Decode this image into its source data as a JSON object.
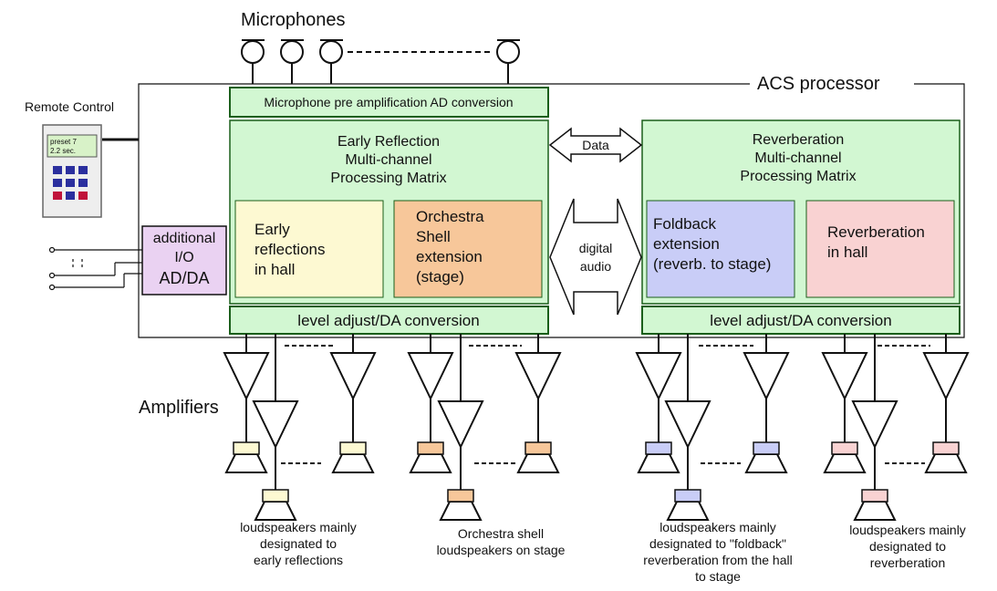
{
  "labels": {
    "microphones": "Microphones",
    "acs_processor": "ACS processor",
    "remote_control": "Remote Control",
    "remote_screen_line1": "preset 7",
    "remote_screen_line2": "2.2 sec.",
    "mic_preamp": "Microphone pre amplification AD conversion",
    "data": "Data",
    "digital_audio_line1": "digital",
    "digital_audio_line2": "audio",
    "amplifiers": "Amplifiers"
  },
  "early_matrix": {
    "title_line1": "Early Reflection",
    "title_line2": "Multi-channel",
    "title_line3": "Processing Matrix",
    "level_adjust": "level adjust/DA conversion",
    "early_hall": [
      "Early",
      "reflections",
      "in hall"
    ],
    "orchestra_shell": [
      "Orchestra",
      "Shell",
      "extension",
      "(stage)"
    ]
  },
  "reverb_matrix": {
    "title_line1": "Reverberation",
    "title_line2": "Multi-channel",
    "title_line3": "Processing Matrix",
    "level_adjust": "level adjust/DA conversion",
    "foldback": [
      "Foldback",
      "extension",
      "(reverb. to stage)"
    ],
    "reverb_hall": [
      "Reverberation",
      "in hall"
    ]
  },
  "additional_io": {
    "line1": "additional",
    "line2": "I/O",
    "line3": "AD/DA"
  },
  "speaker_groups": [
    {
      "lines": [
        "loudspeakers mainly",
        "designated to",
        "early reflections"
      ],
      "color": "#fdf5c6"
    },
    {
      "lines": [
        "Orchestra shell",
        "loudspeakers on stage"
      ],
      "color": "#f7c79a"
    },
    {
      "lines": [
        "loudspeakers mainly",
        "designated to \"foldback\"",
        "reverberation from the hall",
        "to stage"
      ],
      "color": "#c9cdf7"
    },
    {
      "lines": [
        "loudspeakers mainly",
        "designated to",
        "reverberation"
      ],
      "color": "#f9c9cc"
    }
  ],
  "colors": {
    "matrix_green": "#d2f7d2",
    "matrix_border": "#1a5f1a",
    "early_hall": "#fdf9d2",
    "orchestra": "#f7c79a",
    "foldback": "#c9cdf7",
    "reverb_hall": "#f9d2d2",
    "additional_io": "#ead2f2",
    "remote_key_blue": "#2b2f9e",
    "remote_key_red": "#c0133a",
    "remote_screen": "#d8f2c8"
  }
}
